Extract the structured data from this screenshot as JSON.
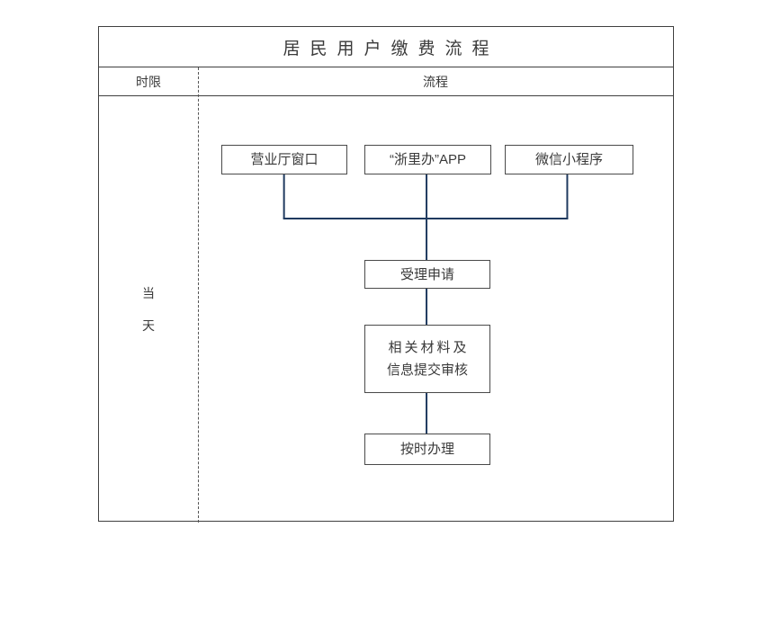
{
  "document": {
    "title": "居民用户缴费流程",
    "header": {
      "time_limit_label": "时限",
      "process_label": "流程"
    },
    "time_limit_value": {
      "line1": "当",
      "line2": "天"
    }
  },
  "flow": {
    "sources": [
      {
        "id": "hall",
        "label": "营业厅窗口"
      },
      {
        "id": "app",
        "label": "“浙里办”APP"
      },
      {
        "id": "wechat",
        "label": "微信小程序"
      }
    ],
    "steps": [
      {
        "id": "accept",
        "line1": "受理申请",
        "line2": ""
      },
      {
        "id": "submit",
        "line1": "相关材料及",
        "line2": "信息提交审核"
      },
      {
        "id": "handle",
        "line1": "按时办理",
        "line2": ""
      }
    ]
  },
  "colors": {
    "connector": "#1f3a5f",
    "node_border": "#4a4a4a",
    "table_border": "#3f3f3f",
    "text": "#3a3a3a",
    "background": "#ffffff"
  }
}
